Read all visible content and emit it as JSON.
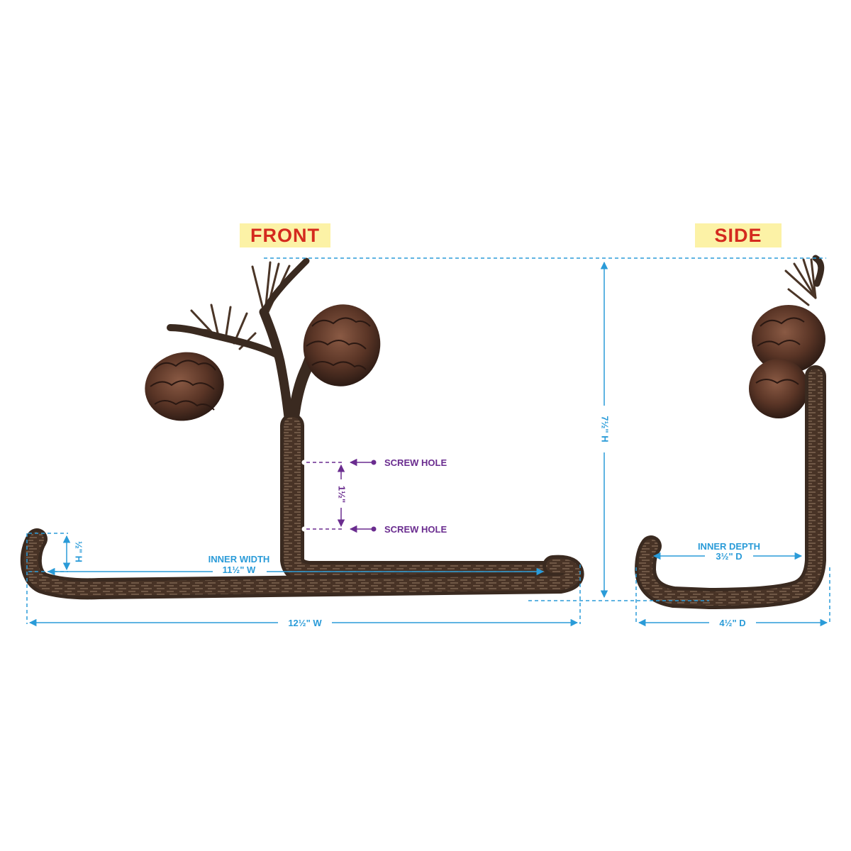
{
  "views": {
    "front_label": "FRONT",
    "side_label": "SIDE"
  },
  "dimensions": {
    "overall_height": "7½\" H",
    "overall_width": "12½\" W",
    "inner_width_title": "INNER WIDTH",
    "inner_width_value": "11½\" W",
    "hook_height": "½\" H",
    "screw_spacing": "1½\"",
    "inner_depth_title": "INNER DEPTH",
    "inner_depth_value": "3½\" D",
    "overall_depth": "4½\" D"
  },
  "callouts": {
    "screw_hole_top": "SCREW HOLE",
    "screw_hole_bottom": "SCREW HOLE"
  },
  "colors": {
    "label_text": "#d42a1e",
    "label_bg": "#fcf2a6",
    "dimension": "#2a9bd8",
    "callout": "#6a2c8f",
    "metal_dark": "#3a2a20",
    "metal_mid": "#5b4232",
    "metal_light": "#8a6f58"
  }
}
